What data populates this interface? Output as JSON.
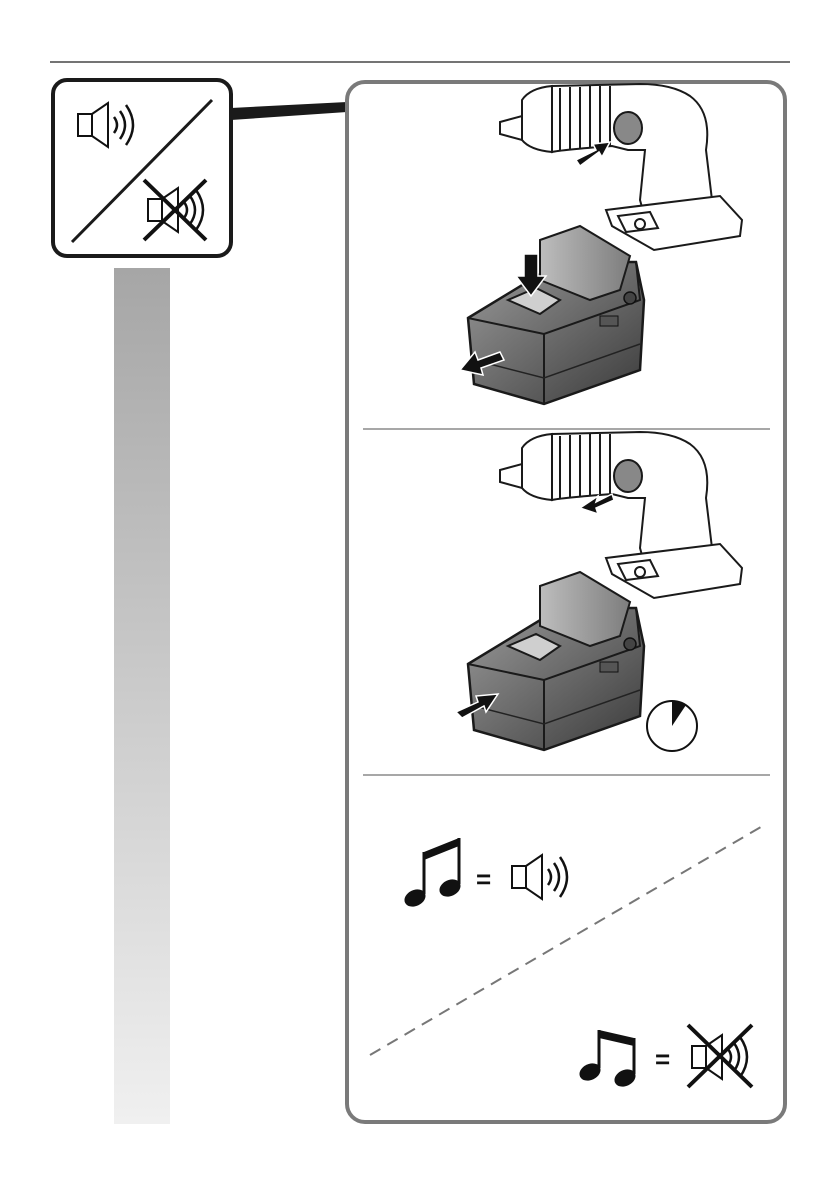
{
  "legend": {
    "sound_on": "speaker-sound-on-icon",
    "sound_off": "speaker-sound-off-icon"
  },
  "steps": [
    {
      "id": "remove-battery",
      "actions": [
        "press-trigger",
        "press-release-button",
        "slide-battery-out"
      ]
    },
    {
      "id": "insert-battery",
      "actions": [
        "hold-trigger",
        "slide-battery-in",
        "wait-timer"
      ]
    },
    {
      "id": "result",
      "actions": [
        "melody-rising-means-sound-on",
        "melody-falling-means-sound-off"
      ]
    }
  ],
  "equals_sign": "=",
  "colors": {
    "frame": "#7a7a7a",
    "sidebar_top": "#a8a8a8",
    "sidebar_bottom": "#efefef",
    "battery_body": "#6f6f6f",
    "battery_dark": "#2b2b2b",
    "drill_outline": "#1a1a1a",
    "timer_fill": "#111111"
  }
}
